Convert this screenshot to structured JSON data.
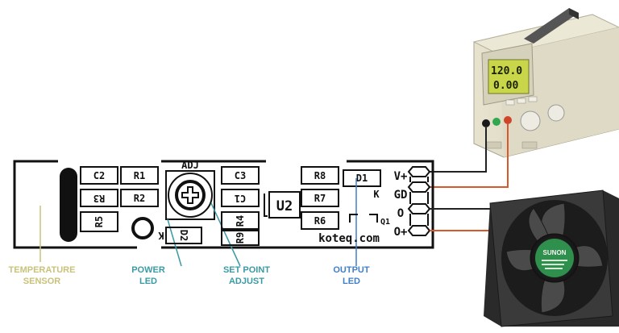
{
  "psu": {
    "voltage_display": "120.0",
    "current_display": "0.00"
  },
  "pcb": {
    "adj_label": "ADJ",
    "chip_label": "U2",
    "brand": "koteq.com",
    "components": {
      "c2": "C2",
      "r1": "R1",
      "c3": "C3",
      "r8": "R8",
      "d1": "D1",
      "r3": "R3",
      "r2": "R2",
      "c1": "C1",
      "r7": "R7",
      "r5": "R5",
      "r4": "R4",
      "r6": "R6",
      "d2": "D2",
      "r9": "R9",
      "q1": "Q1",
      "k_led": "K",
      "k_d2": "K"
    },
    "terminals": [
      "V+",
      "GD",
      "O",
      "O+"
    ]
  },
  "fan": {
    "brand": "SUNON"
  },
  "callouts": {
    "temperature_sensor": [
      "TEMPERATURE",
      "SENSOR"
    ],
    "power_led": [
      "POWER",
      "LED"
    ],
    "set_point_adjust": [
      "SET POINT",
      "ADJUST"
    ],
    "output_led": [
      "OUTPUT",
      "LED"
    ]
  },
  "colors": {
    "wire_red": "#d9582b",
    "wire_black": "#222222",
    "callout_olive": "#c8c27a",
    "callout_teal": "#3a9aa3",
    "callout_blue": "#3f7fc7"
  }
}
